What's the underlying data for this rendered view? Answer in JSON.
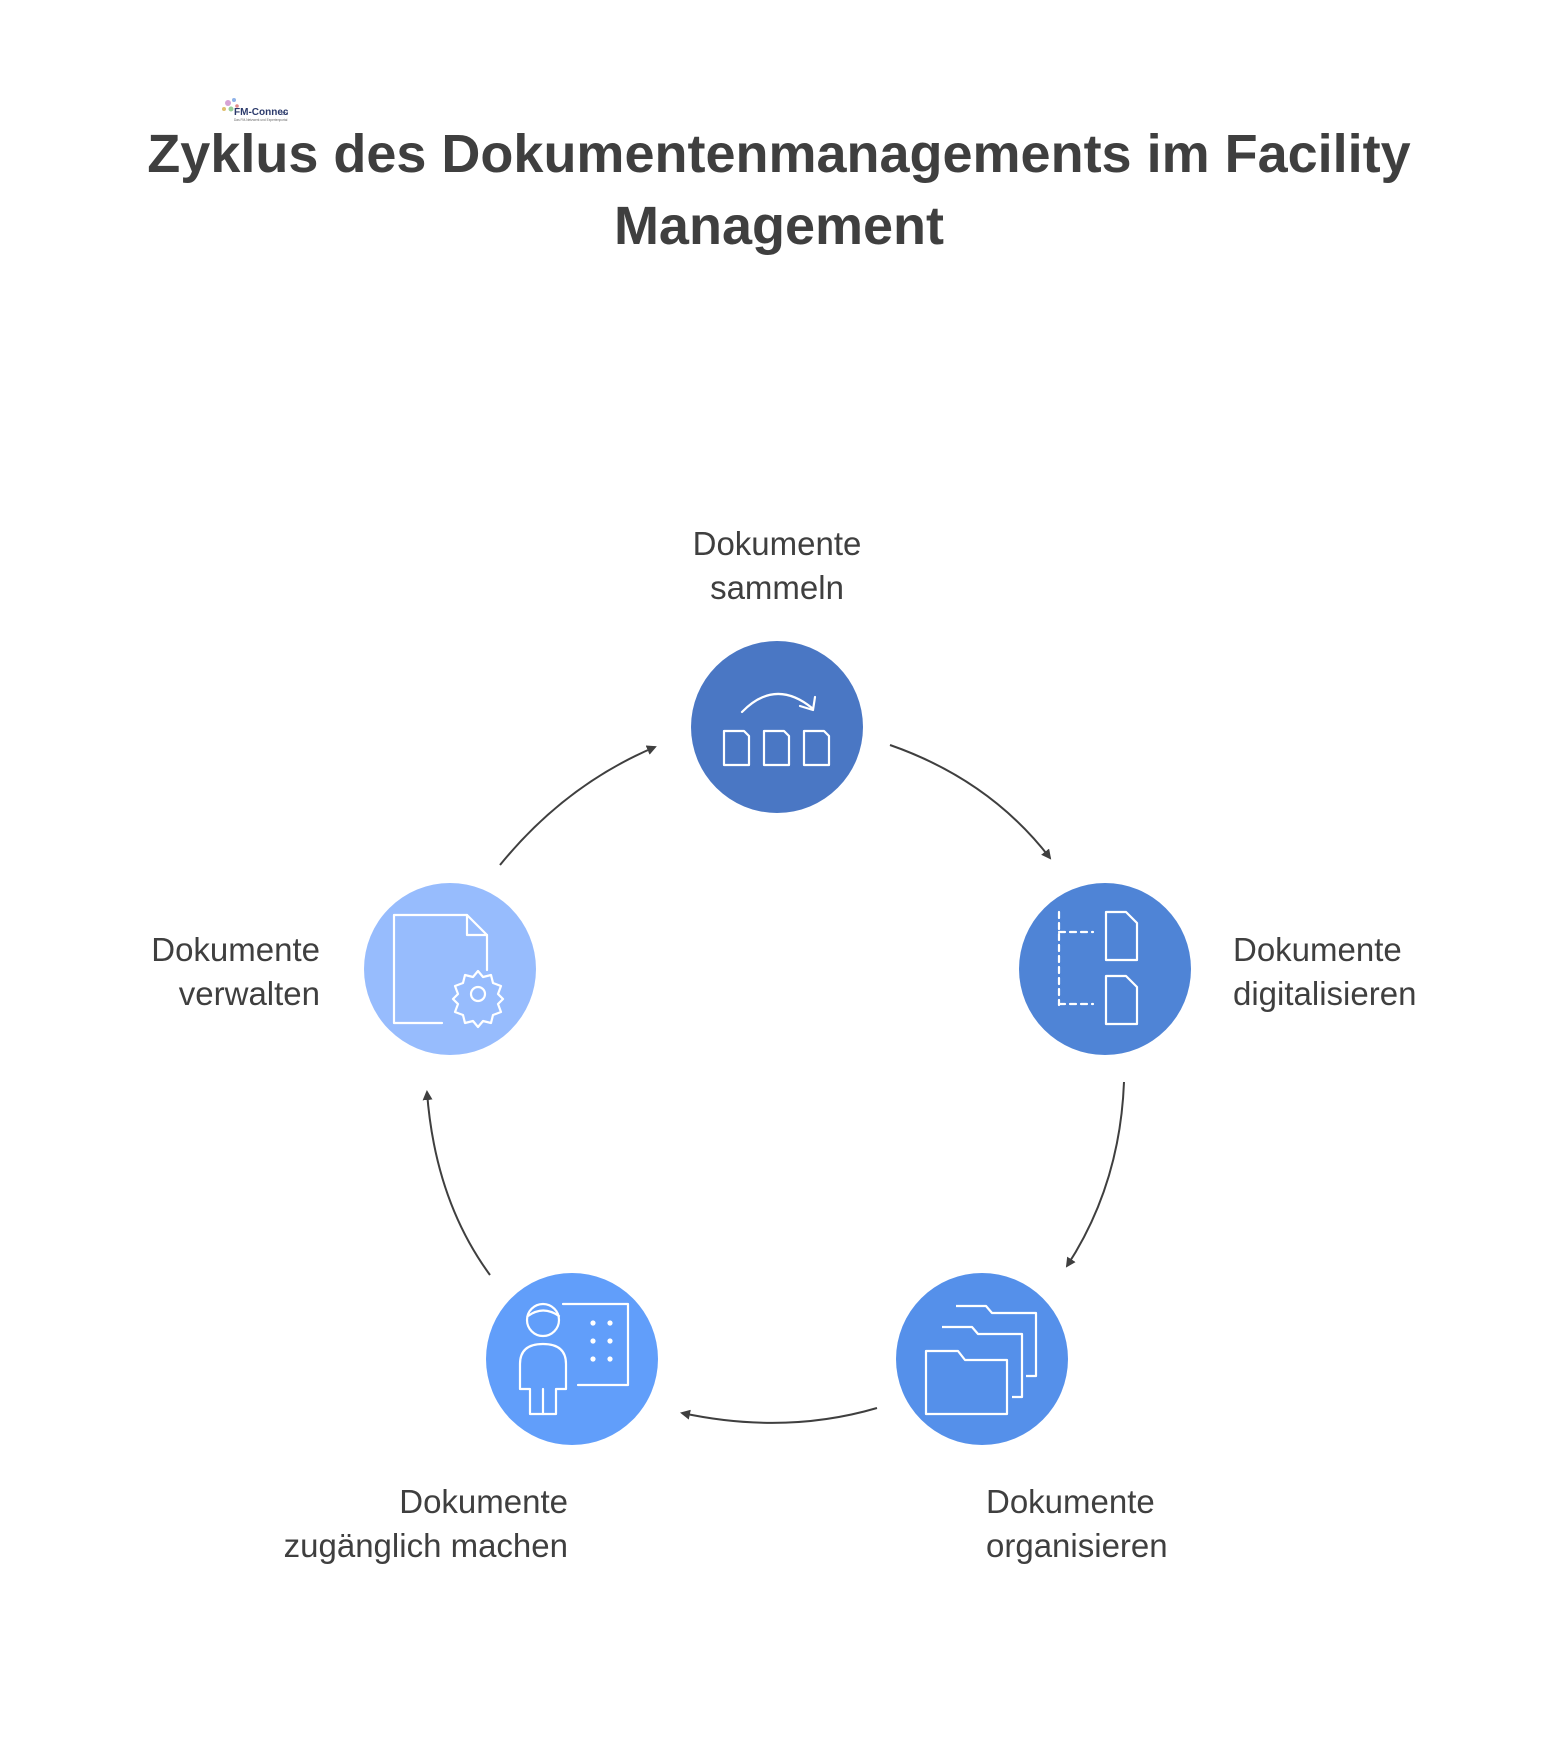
{
  "logo": {
    "text": "FM-Connect.com",
    "tagline": "Das FM-Netzwerk und Expertenportal"
  },
  "title": {
    "line1": "Zyklus des Dokumentenmanagements im Facility",
    "line2": "Management"
  },
  "colors": {
    "text": "#3f3f3f",
    "arrow": "#3f3f3f",
    "icon_stroke": "#ffffff"
  },
  "cycle": [
    {
      "line1": "Dokumente",
      "line2": "sammeln",
      "icon": "rotate-documents-icon",
      "color": "#4a77c4"
    },
    {
      "line1": "Dokumente",
      "line2": "digitalisieren",
      "icon": "document-tree-icon",
      "color": "#4f84d6"
    },
    {
      "line1": "Dokumente",
      "line2": "organisieren",
      "icon": "folders-icon",
      "color": "#5590ea"
    },
    {
      "line1": "Dokumente",
      "line2": "zugänglich machen",
      "icon": "presenter-board-icon",
      "color": "#619efa"
    },
    {
      "line1": "Dokumente",
      "line2": "verwalten",
      "icon": "document-settings-icon",
      "color": "#97bcfd"
    }
  ]
}
